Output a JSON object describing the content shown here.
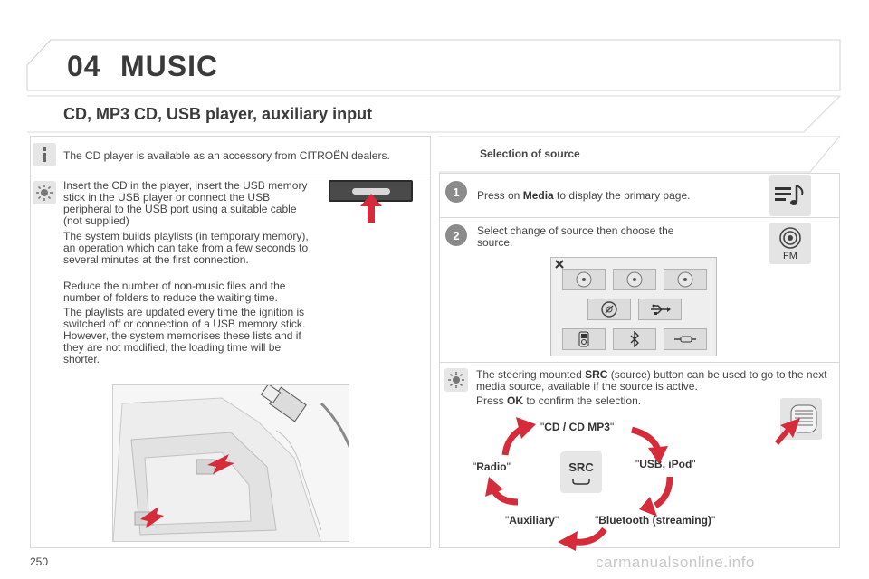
{
  "header": {
    "chapter_number": "04",
    "chapter_title": "MUSIC",
    "section_title": "CD, MP3 CD, USB player, auxiliary input"
  },
  "left": {
    "info_text": "The CD player is available as an accessory from CITROËN dealers.",
    "para1": "Insert the CD in the player, insert the USB memory stick in the USB player or connect the USB peripheral to the USB port using a suitable cable (not supplied)",
    "para2": "The system builds playlists (in temporary memory), an operation which can take from a few seconds to several minutes at the first connection.",
    "para3": "Reduce the number of non-music files and the number of folders to reduce the waiting time.",
    "para4": "The playlists are updated every time the ignition is switched off or connection of a USB memory stick. However, the system memorises these lists and if they are not modified, the loading time will be shorter."
  },
  "right": {
    "title": "Selection of source",
    "step1_number": "1",
    "step1_pre": "Press on ",
    "step1_bold": "Media",
    "step1_post": " to display the primary page.",
    "step2_number": "2",
    "step2_text": "Select change of source then choose the source.",
    "fm_label": "FM",
    "steer_pre": "The steering mounted ",
    "steer_bold": "SRC",
    "steer_post": " (source) button can be used to go to the next media source, available if the source is active.",
    "press_pre": "Press ",
    "press_bold": "OK",
    "press_post": " to confirm the selection.",
    "src_label": "SRC"
  },
  "cycle": {
    "cd": "CD / CD MP3",
    "usb": "USB, iPod",
    "bluetooth": "Bluetooth (streaming)",
    "auxiliary": "Auxiliary",
    "radio": "Radio"
  },
  "footer": {
    "page_number": "250",
    "watermark": "carmanualsonline.info"
  },
  "colors": {
    "arrow_red": "#d62b3a",
    "tile_grey": "#e4e4e4",
    "badge_grey": "#8b8b8b"
  }
}
